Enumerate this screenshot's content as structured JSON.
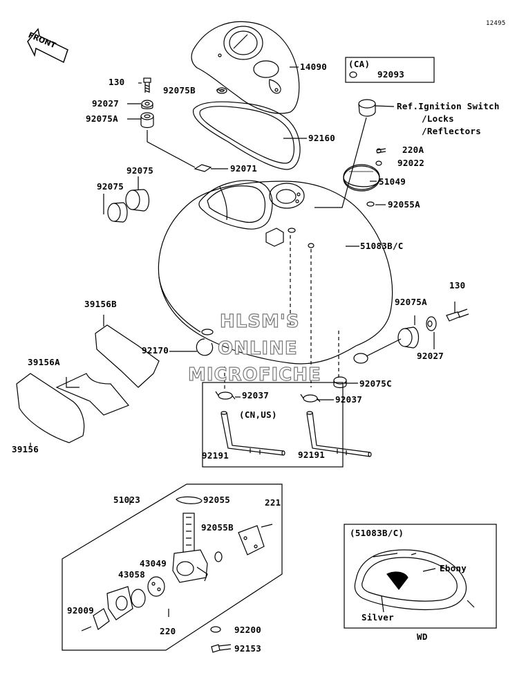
{
  "corner_code": "12495",
  "direction_label": "FRONT",
  "watermark": [
    "HLSM'S",
    "ONLINE",
    "MICROFICHE"
  ],
  "part_labels": {
    "p14090": "14090",
    "p130_top": "130",
    "p92075B": "92075B",
    "p92027_top": "92027",
    "p92075A_top": "92075A",
    "ca_tag": "(CA)",
    "p92093": "92093",
    "p92160": "92160",
    "ref_ignition": "Ref.Ignition Switch",
    "ref_locks": "/Locks",
    "ref_reflectors": "/Reflectors",
    "p220A": "220A",
    "p92022": "92022",
    "p92071": "92071",
    "p92075_a": "92075",
    "p92075_b": "92075",
    "p51049": "51049",
    "p92055A": "92055A",
    "p51083BC": "51083B/C",
    "p130_right": "130",
    "p92075A_right": "92075A",
    "p92027_right": "92027",
    "p39156B": "39156B",
    "p39156A": "39156A",
    "p39156": "39156",
    "p92170": "92170",
    "p92075C": "92075C",
    "p92037_left": "92037",
    "p92037_right": "92037",
    "cn_us_tag": "(CN,US)",
    "p92191_left": "92191",
    "p92191_right": "92191",
    "p51023": "51023",
    "p92055": "92055",
    "p221": "221",
    "p92055B": "92055B",
    "p43049": "43049",
    "p43058": "43058",
    "p92009": "92009",
    "p220": "220",
    "p92200": "92200",
    "p92153": "92153"
  },
  "inset": {
    "title": "(51083B/C)",
    "color_ebony": "Ebony",
    "color_silver": "Silver",
    "footer": "WD"
  }
}
